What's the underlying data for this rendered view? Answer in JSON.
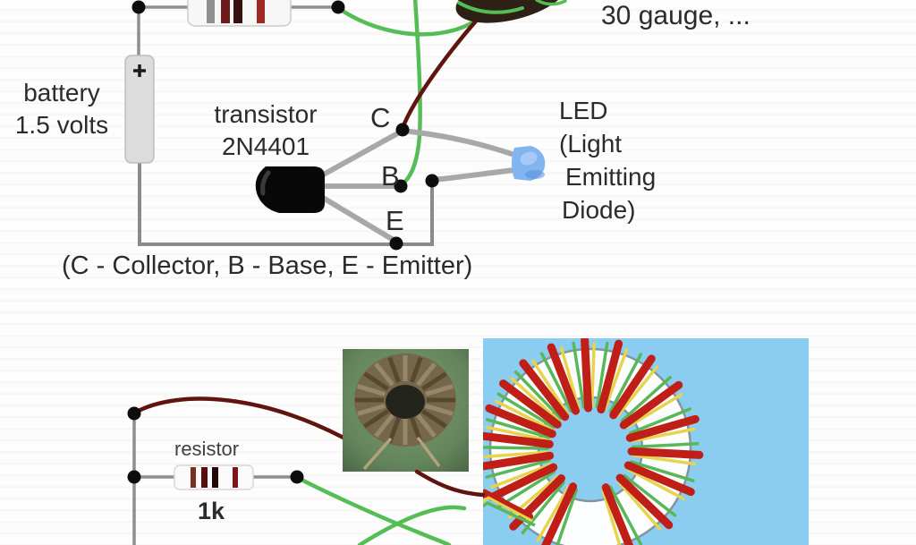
{
  "title": "joule thief LED circuit diagram",
  "colors": {
    "wire_gray": "#8f8f8f",
    "lead_gray": "#a8a8a8",
    "wire_green": "#54bd54",
    "wire_dark_red": "#5f1410",
    "battery_fill": "#dcdcdc",
    "transistor_black": "#080808",
    "led_blue": "#82b4ef",
    "panel_blue": "#8bcdf0",
    "photo_green": "#68875f",
    "winding_red": "#bf1f17",
    "winding_yellow": "#e8d44a",
    "winding_green": "#58b858",
    "text": "#2b2b2b"
  },
  "labels": {
    "battery_line1": "battery",
    "battery_line2": "1.5 volts",
    "transistor_line1": "transistor",
    "transistor_line2": "2N4401",
    "pin_c": "C",
    "pin_b": "B",
    "pin_e": "E",
    "led_line1": "LED",
    "led_line2": "(Light",
    "led_line3": "Emitting",
    "led_line4": "Diode)",
    "gauge_note": "30 gauge, ...",
    "pin_legend": "(C - Collector, B - Base, E - Emitter)",
    "resistor_label": "resistor",
    "resistor_value": "1k"
  }
}
